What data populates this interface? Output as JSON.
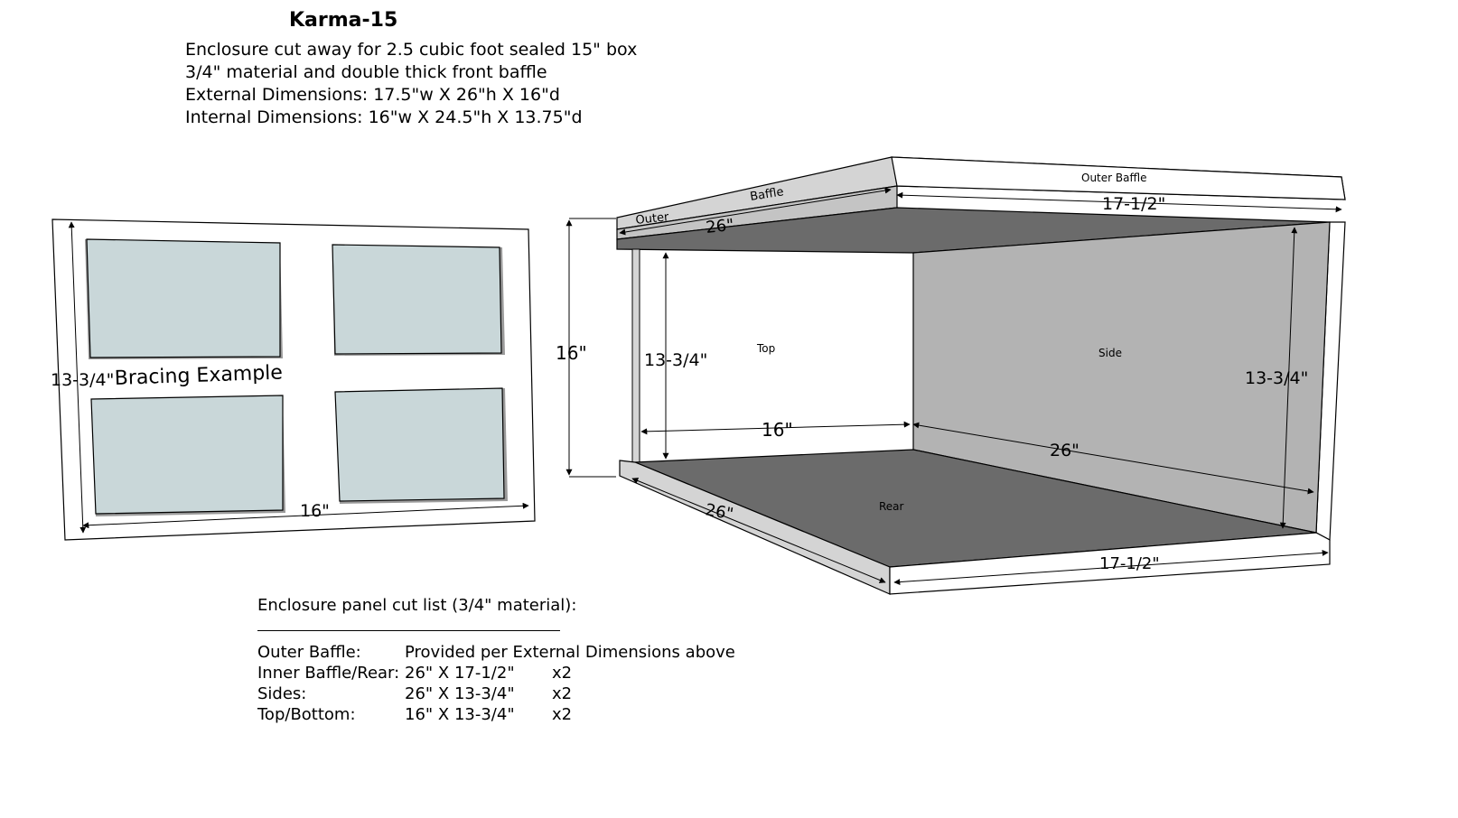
{
  "header": {
    "title": "Karma-15",
    "lines": [
      "Enclosure cut away for 2.5 cubic foot sealed 15\" box",
      "3/4\" material and double thick front baffle",
      "External Dimensions:  17.5\"w X 26\"h X 16\"d",
      "Internal Dimensions:  16\"w X 24.5\"h X 13.75\"d"
    ]
  },
  "bracing": {
    "label": "Bracing Example",
    "height_dim": "13-3/4\"",
    "width_dim": "16\""
  },
  "box": {
    "panels": {
      "outer_baffle": "Outer Baffle",
      "baffle": "Baffle",
      "outer": "Outer",
      "top": "Top",
      "side": "Side",
      "rear": "Rear"
    },
    "dims": {
      "overall_depth": "16\"",
      "top_width": "17-1/2\"",
      "top_length": "26\"",
      "inner_height_left": "13-3/4\"",
      "inner_height_right": "13-3/4\"",
      "inner_width": "16\"",
      "inner_length": "26\"",
      "bottom_length": "26\"",
      "bottom_width": "17-1/2\""
    }
  },
  "cutlist": {
    "heading": "Enclosure panel cut list (3/4\" material):",
    "rows": [
      {
        "part": "Outer Baffle:",
        "dims": "Provided per External Dimensions above",
        "qty": ""
      },
      {
        "part": "Inner Baffle/Rear:",
        "dims": "26\" X  17-1/2\"",
        "qty": "x2"
      },
      {
        "part": "Sides:",
        "dims": "26\" X  13-3/4\"",
        "qty": "x2"
      },
      {
        "part": "Top/Bottom:",
        "dims": "16\" X  13-3/4\"",
        "qty": "x2"
      }
    ]
  },
  "colors": {
    "panel_dark": "#6b6b6b",
    "panel_mid": "#b3b3b3",
    "panel_light": "#d4d4d4",
    "cutout": "#c9d7d9"
  }
}
